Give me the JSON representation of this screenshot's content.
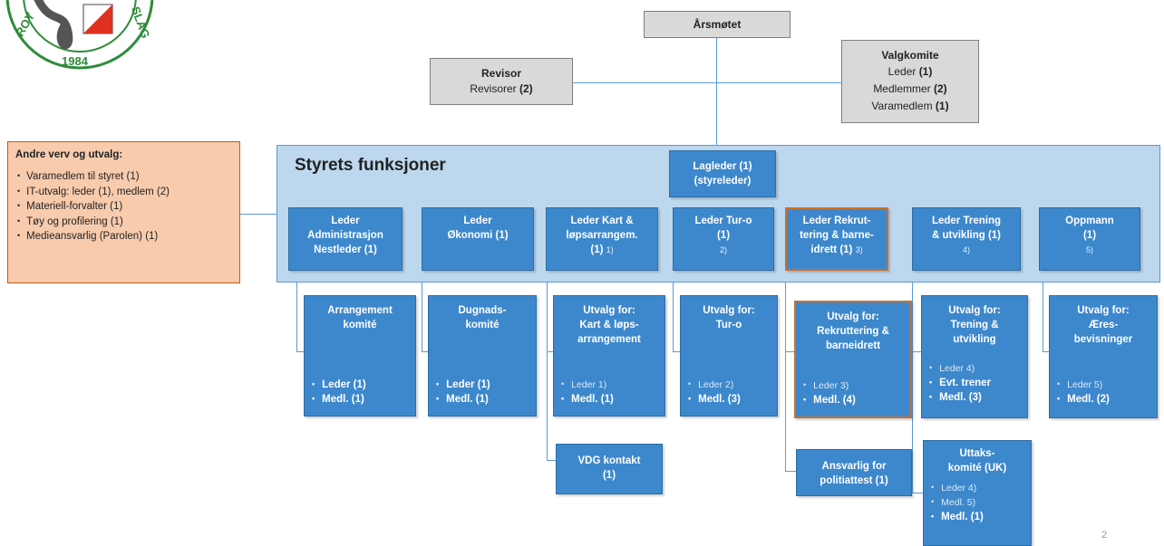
{
  "logo": {
    "year": "1984",
    "left_text": "ROY",
    "right_text": "SLAG"
  },
  "top": {
    "aarsmotet": "Årsmøtet",
    "revisor": {
      "title": "Revisor",
      "line": "Revisorer",
      "count": "(2)"
    },
    "valgkomite": {
      "title": "Valgkomite",
      "lines": [
        {
          "label": "Leder",
          "count": "(1)"
        },
        {
          "label": "Medlemmer",
          "count": "(2)"
        },
        {
          "label": "Varamedlem",
          "count": "(1)"
        }
      ]
    }
  },
  "andre": {
    "title": "Andre verv og utvalg:",
    "items": [
      "Varamedlem  til styret (1)",
      "IT-utvalg: leder (1), medlem  (2)",
      "Materiell-forvalter (1)",
      "Tøy og profilering (1)",
      "Medieansvarlig (Parolen) (1)"
    ]
  },
  "styret": {
    "title": "Styrets funksjoner",
    "lagleder": [
      "Lagleder (1)",
      "(styreleder)"
    ],
    "roles": [
      {
        "lines": [
          "Leder",
          "Administrasjon",
          "Nestleder (1)"
        ],
        "sub": ""
      },
      {
        "lines": [
          "Leder",
          "Økonomi (1)"
        ],
        "sub": ""
      },
      {
        "lines": [
          "Leder Kart &",
          "løpsarrangem.",
          "(1)"
        ],
        "sub": "1)"
      },
      {
        "lines": [
          "Leder Tur-o",
          "(1)"
        ],
        "sub": "2)"
      },
      {
        "lines": [
          "Leder Rekrut-",
          "tering & barne-",
          "idrett (1)"
        ],
        "sub": "3)"
      },
      {
        "lines": [
          "Leder Trening",
          "& utvikling (1)"
        ],
        "sub": "4)"
      },
      {
        "lines": [
          "Oppmann",
          "(1)"
        ],
        "sub": "5)"
      }
    ]
  },
  "committees": [
    {
      "lines": [
        "Arrangement",
        "komité"
      ],
      "items": [
        {
          "text": "Leder (1)",
          "light": false
        },
        {
          "text": "Medl. (1)",
          "light": false
        }
      ]
    },
    {
      "lines": [
        "Dugnads-",
        "komité"
      ],
      "items": [
        {
          "text": "Leder (1)",
          "light": false
        },
        {
          "text": "Medl. (1)",
          "light": false
        }
      ]
    },
    {
      "lines": [
        "Utvalg for:",
        "Kart & løps-",
        "arrangement"
      ],
      "items": [
        {
          "text": "Leder 1)",
          "light": true
        },
        {
          "text": "Medl. (1)",
          "light": false
        }
      ]
    },
    {
      "lines": [
        "Utvalg for:",
        "Tur-o"
      ],
      "items": [
        {
          "text": "Leder 2)",
          "light": true
        },
        {
          "text": "Medl. (3)",
          "light": false
        }
      ]
    },
    {
      "lines": [
        "Utvalg for:",
        "Rekruttering &",
        "barneidrett"
      ],
      "items": [
        {
          "text": "Leder 3)",
          "light": true
        },
        {
          "text": "Medl. (4)",
          "light": false
        }
      ]
    },
    {
      "lines": [
        "Utvalg for:",
        "Trening &",
        "utvikling"
      ],
      "items": [
        {
          "text": "Leder 4)",
          "light": true
        },
        {
          "text": "Evt. trener",
          "light": false
        },
        {
          "text": "Medl. (3)",
          "light": false
        }
      ]
    },
    {
      "lines": [
        "Utvalg for:",
        "Æres-",
        "bevisninger"
      ],
      "items": [
        {
          "text": "Leder 5)",
          "light": true
        },
        {
          "text": "Medl. (2)",
          "light": false
        }
      ]
    }
  ],
  "extra": {
    "vdg": [
      "VDG kontakt",
      "(1)"
    ],
    "politi": [
      "Ansvarlig for",
      "politiattest (1)"
    ],
    "uttak": {
      "lines": [
        "Uttaks-",
        "komité  (UK)"
      ],
      "items": [
        {
          "text": "Leder 4)",
          "light": true
        },
        {
          "text": "Medl. 5)",
          "light": true
        },
        {
          "text": "Medl. (1)",
          "light": false
        }
      ]
    }
  },
  "page_number": "2",
  "colors": {
    "box_blue": "#3d88cc",
    "panel_blue": "#bdd7ee",
    "grey_box": "#d9d9d9",
    "orange_box": "#f8cbad",
    "logo_green": "#2e8b3a",
    "logo_red": "#e0301e"
  }
}
